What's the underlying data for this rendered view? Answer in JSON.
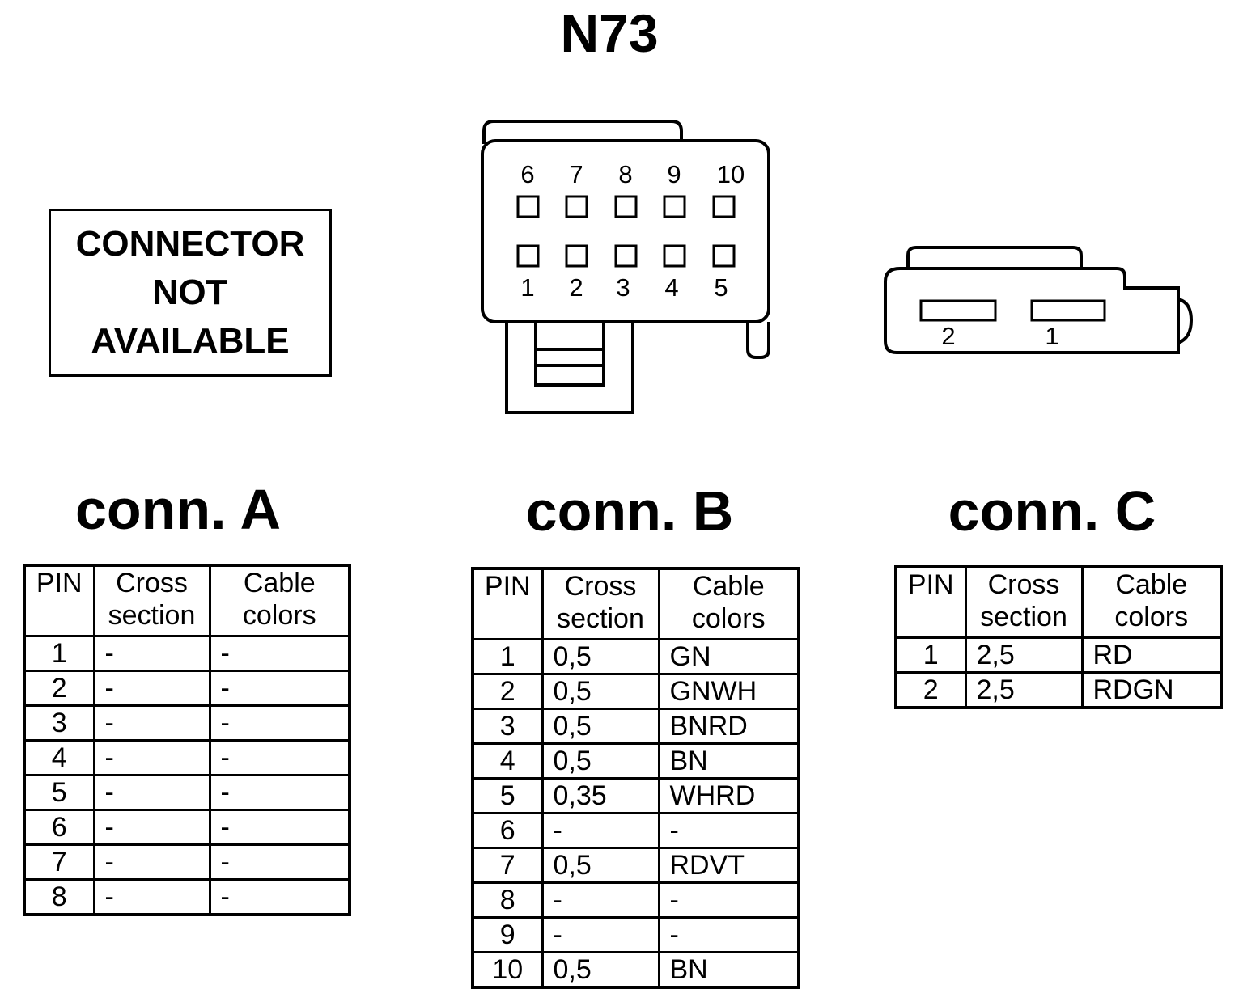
{
  "title": "N73",
  "not_available": {
    "lines": [
      "CONNECTOR",
      "NOT",
      "AVAILABLE"
    ]
  },
  "drawing_b": {
    "top_pins": [
      "6",
      "7",
      "8",
      "9",
      "10"
    ],
    "bottom_pins": [
      "1",
      "2",
      "3",
      "4",
      "5"
    ]
  },
  "drawing_c": {
    "pins": [
      "2",
      "1"
    ]
  },
  "headers": {
    "pin": "PIN",
    "cross": [
      "Cross",
      "section"
    ],
    "colors": [
      "Cable",
      "colors"
    ]
  },
  "conn_a": {
    "title": "conn. A",
    "rows": [
      [
        "1",
        "-",
        "-"
      ],
      [
        "2",
        "-",
        "-"
      ],
      [
        "3",
        "-",
        "-"
      ],
      [
        "4",
        "-",
        "-"
      ],
      [
        "5",
        "-",
        "-"
      ],
      [
        "6",
        "-",
        "-"
      ],
      [
        "7",
        "-",
        "-"
      ],
      [
        "8",
        "-",
        "-"
      ]
    ]
  },
  "conn_b": {
    "title": "conn. B",
    "rows": [
      [
        "1",
        "0,5",
        "GN"
      ],
      [
        "2",
        "0,5",
        "GNWH"
      ],
      [
        "3",
        "0,5",
        "BNRD"
      ],
      [
        "4",
        "0,5",
        "BN"
      ],
      [
        "5",
        "0,35",
        "WHRD"
      ],
      [
        "6",
        "-",
        "-"
      ],
      [
        "7",
        "0,5",
        "RDVT"
      ],
      [
        "8",
        "-",
        "-"
      ],
      [
        "9",
        "-",
        "-"
      ],
      [
        "10",
        "0,5",
        "BN"
      ]
    ]
  },
  "conn_c": {
    "title": "conn. C",
    "rows": [
      [
        "1",
        "2,5",
        "RD"
      ],
      [
        "2",
        "2,5",
        "RDGN"
      ]
    ]
  }
}
